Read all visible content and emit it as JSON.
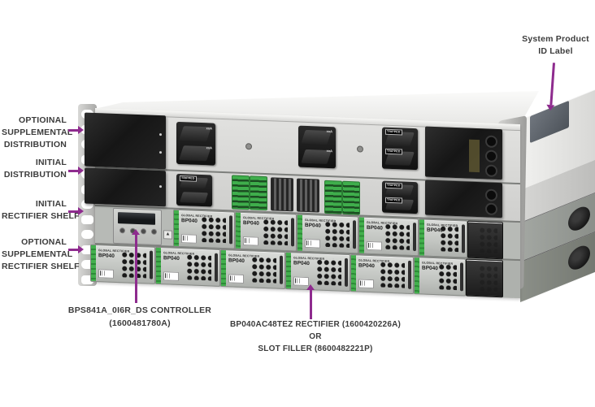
{
  "figure": {
    "description": "Annotated isometric illustration of a rack-mounted DC power system with distribution shelves and rectifier shelves",
    "arrow_color": "#8e2b8e",
    "text_color": "#3c3c3c"
  },
  "callouts": {
    "system_product_id": {
      "line1": "System Product",
      "line2": "ID Label"
    },
    "left_labels": [
      {
        "l1": "OPTIOINAL",
        "l2": "SUPPLEMENTAL",
        "l3": "DISTRIBUTION"
      },
      {
        "l1": "INITIAL",
        "l2": "DISTRIBUTION"
      },
      {
        "l1": "INITIAL",
        "l2": "RECTIFIER SHELF"
      },
      {
        "l1": "OPTIONAL",
        "l2": "SUPPLEMENTAL",
        "l3": "RECTIFIER SHELF"
      }
    ],
    "controller_label": {
      "line1": "BPS841A_0I6R_DS CONTROLLER",
      "line2": "(1600481780A)"
    },
    "rectifier_label": {
      "line1": "BP040AC48TEZ RECTIFIER (1600420226A)",
      "line2": "OR",
      "line3": "SLOT FILLER (8600482221P)"
    }
  },
  "device": {
    "module_type_text": "GLOBAL RECTIFIER",
    "module_model": "BP040",
    "breaker_flag": "TRIPPED",
    "breaker_marking": "xxA",
    "colors": {
      "chassis_gray": "#cfcfcd",
      "module_black": "#1a1a1a",
      "terminal_green": "#3fae4c",
      "flange_gray": "#c2c2c0",
      "id_label_gray": "#565c63"
    }
  }
}
